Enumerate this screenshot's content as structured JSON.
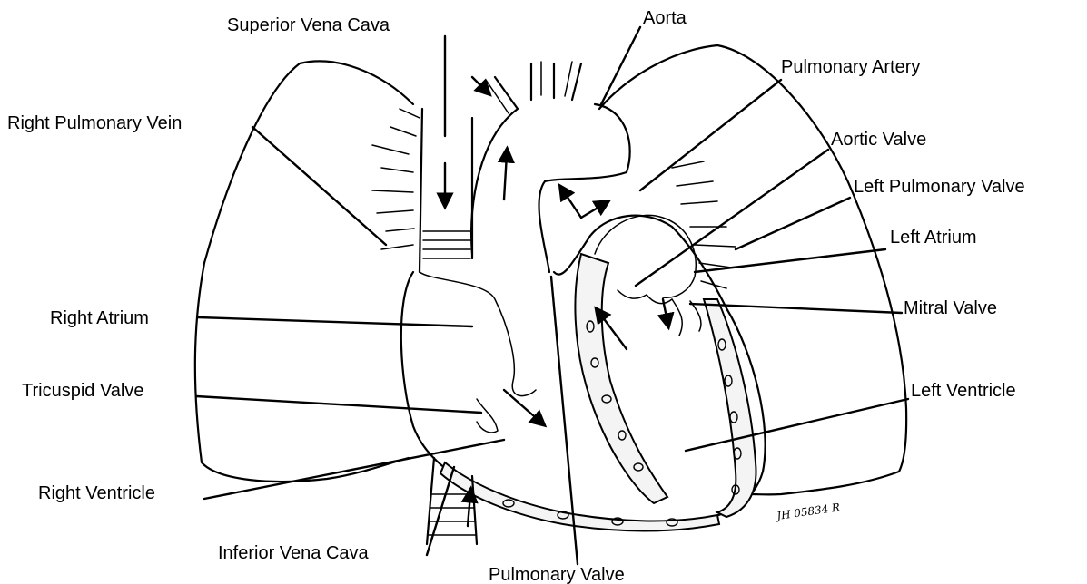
{
  "labels": {
    "superior_vena_cava": "Superior Vena Cava",
    "aorta": "Aorta",
    "pulmonary_artery": "Pulmonary Artery",
    "right_pulmonary_vein": "Right Pulmonary Vein",
    "aortic_valve": "Aortic Valve",
    "left_pulmonary_valve": "Left Pulmonary Valve",
    "left_atrium": "Left Atrium",
    "right_atrium": "Right Atrium",
    "mitral_valve": "Mitral Valve",
    "tricuspid_valve": "Tricuspid Valve",
    "left_ventricle": "Left Ventricle",
    "right_ventricle": "Right Ventricle",
    "inferior_vena_cava": "Inferior Vena Cava",
    "pulmonary_valve": "Pulmonary Valve"
  },
  "signature": "JH 05834 R"
}
